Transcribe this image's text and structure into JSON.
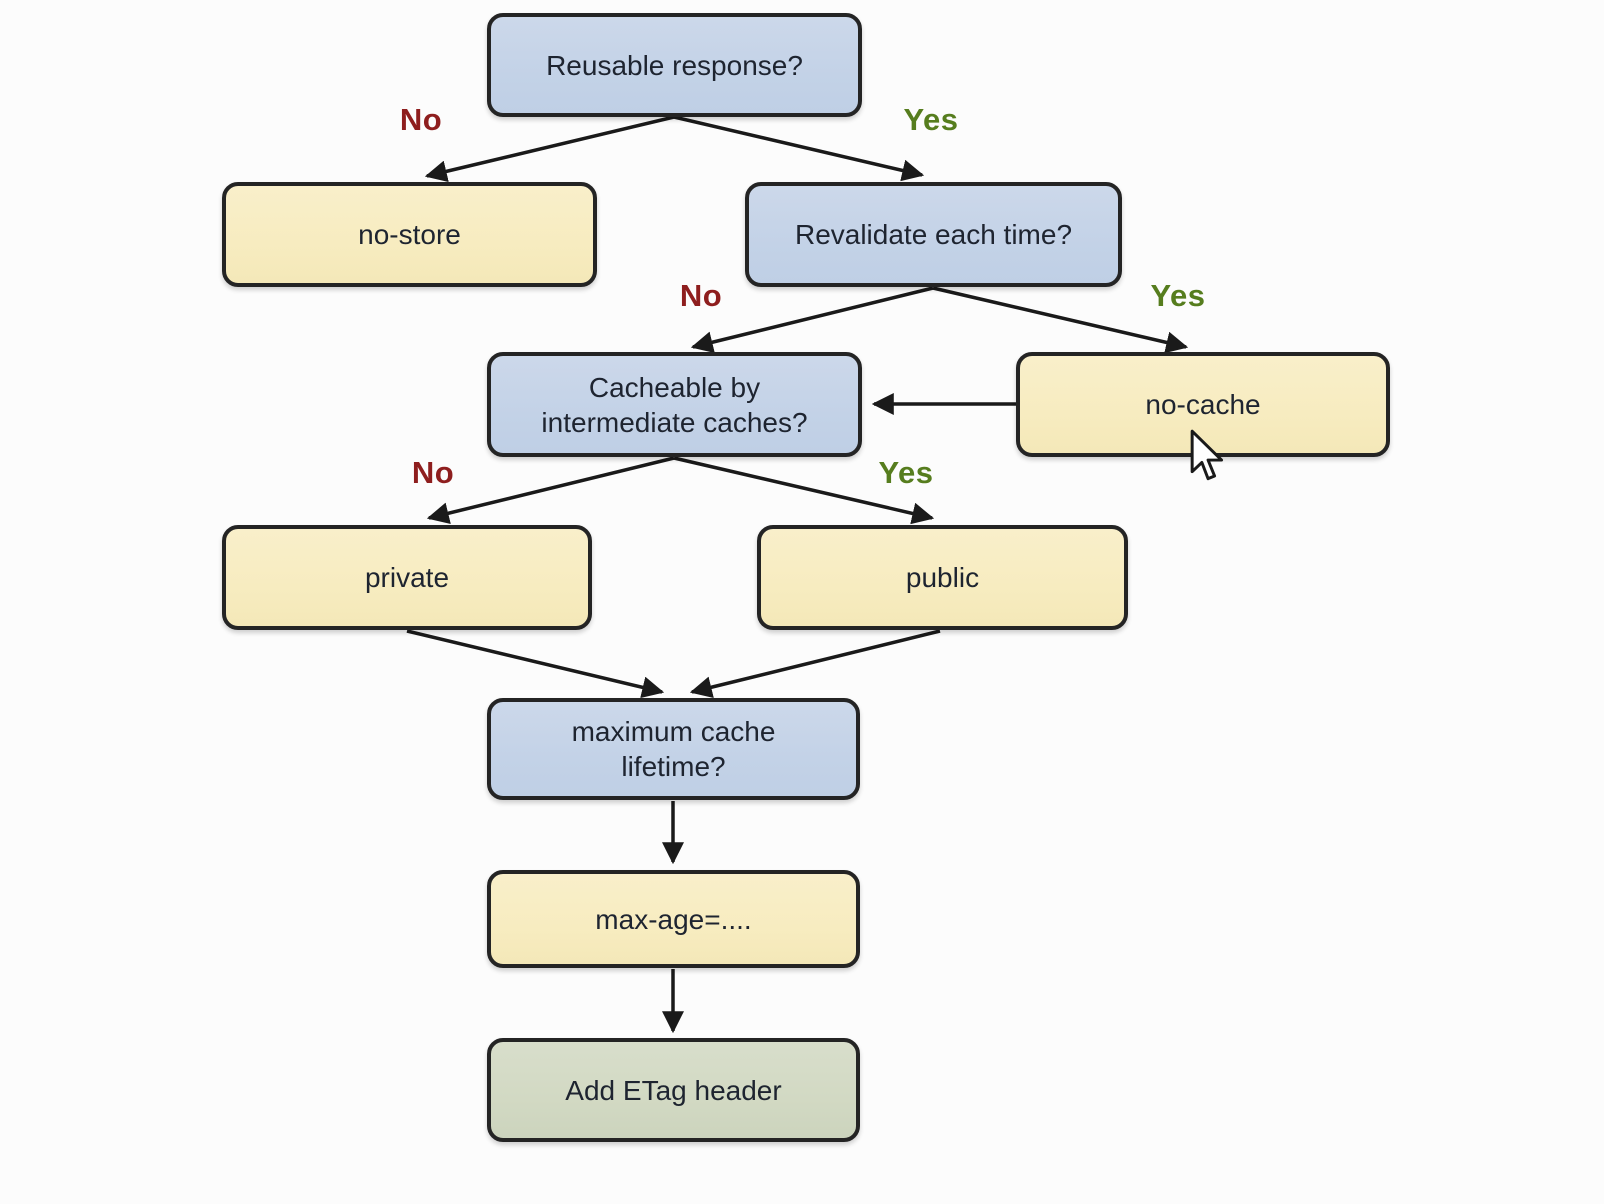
{
  "diagram": {
    "nodes": {
      "reusable": {
        "label": "Reusable response?",
        "kind": "decision"
      },
      "no_store": {
        "label": "no-store",
        "kind": "directive"
      },
      "revalidate": {
        "label": "Revalidate each time?",
        "kind": "decision"
      },
      "cacheable": {
        "label": "Cacheable by\nintermediate caches?",
        "kind": "decision"
      },
      "no_cache": {
        "label": "no-cache",
        "kind": "directive"
      },
      "private": {
        "label": "private",
        "kind": "directive"
      },
      "public": {
        "label": "public",
        "kind": "directive"
      },
      "max_lifetime": {
        "label": "maximum cache\nlifetime?",
        "kind": "decision"
      },
      "max_age": {
        "label": "max-age=....",
        "kind": "directive"
      },
      "etag": {
        "label": "Add ETag header",
        "kind": "action"
      }
    },
    "edge_labels": {
      "no1": "No",
      "yes1": "Yes",
      "no2": "No",
      "yes2": "Yes",
      "no3": "No",
      "yes3": "Yes"
    },
    "colors": {
      "decision_fill": "#c3d2e7",
      "directive_fill": "#f7ecc0",
      "action_fill": "#d2d9c3",
      "border": "#242424",
      "arrow": "#1a1a1a",
      "no_label": "#8e1e1e",
      "yes_label": "#567d1e",
      "background": "#fcfcfc"
    },
    "cursor": {
      "type": "arrow-pointer"
    }
  }
}
